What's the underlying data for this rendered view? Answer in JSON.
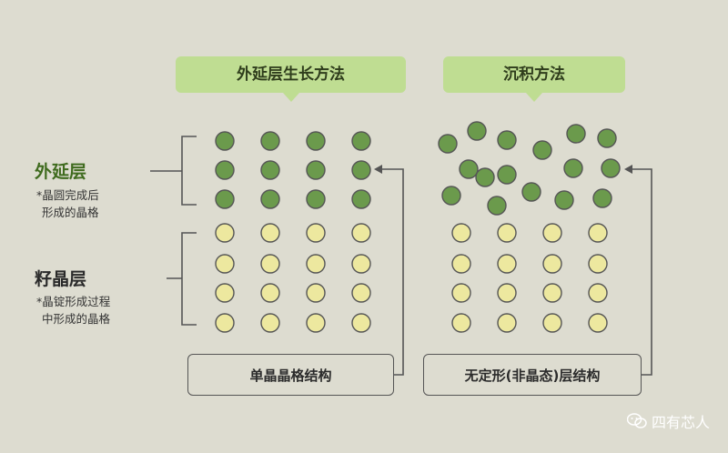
{
  "colors": {
    "background": "#dddcd0",
    "caption_bg": "#bfdd92",
    "epi_dot": "#6b9a4c",
    "seed_dot": "#ede89f",
    "line": "#555555",
    "epi_label": "#3f6b1e"
  },
  "captions": {
    "left": "外延层生长方法",
    "right": "沉积方法"
  },
  "labels": {
    "epi_title": "外延层",
    "epi_note_1": "*晶圆完成后",
    "epi_note_2": "形成的晶格",
    "seed_title": "籽晶层",
    "seed_note_1": "*晶锭形成过程",
    "seed_note_2": "中形成的晶格"
  },
  "boxes": {
    "left": "单晶晶格结构",
    "right": "无定形(非晶态)层结构"
  },
  "lattice": {
    "left": {
      "epi_rows": 3,
      "seed_rows": 4,
      "cols": 4
    },
    "right": {
      "epi_dots": 16,
      "seed_rows": 4,
      "cols": 4
    }
  },
  "watermark": {
    "icon": "wechat-icon",
    "text": "四有芯人"
  }
}
